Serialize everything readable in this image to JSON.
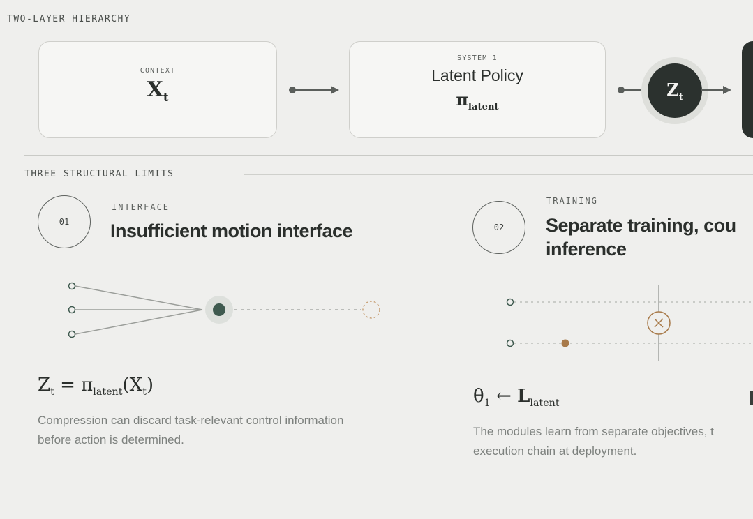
{
  "hierarchy": {
    "section_label": "TWO-LAYER HIERARCHY",
    "context_box": {
      "tag": "CONTEXT",
      "symbol": "X",
      "symbol_sub": "t"
    },
    "system_box": {
      "tag": "SYSTEM 1",
      "title": "Latent Policy",
      "symbol": "π",
      "symbol_sub": "latent"
    },
    "latent_node": {
      "symbol": "Z",
      "symbol_sub": "t"
    }
  },
  "limits": {
    "section_label": "THREE STRUCTURAL LIMITS",
    "items": [
      {
        "number": "01",
        "tag": "INTERFACE",
        "title": "Insufficient motion interface",
        "formula": {
          "lhs": "Z",
          "lhs_sub": "t",
          "op": " = π",
          "op_sub": "latent",
          "rhs": "(X",
          "rhs_sub": "t",
          "close": ")"
        },
        "description_line1": "Compression can discard task-relevant control information",
        "description_line2": "before action is determined."
      },
      {
        "number": "02",
        "tag": "TRAINING",
        "title_line1": "Separate training, cou",
        "title_line2": "inference",
        "formula": {
          "lhs": "θ",
          "lhs_sub": "1",
          "op": " ← ",
          "rhs": "L",
          "rhs_sub": "latent"
        },
        "description_line1": "The modules learn from separate objectives, t",
        "description_line2": "execution chain at deployment."
      }
    ]
  },
  "colors": {
    "background": "#efefed",
    "dark_node": "#2b312e",
    "accent_green": "#3f5a4f",
    "accent_brown": "#a87a4a"
  }
}
